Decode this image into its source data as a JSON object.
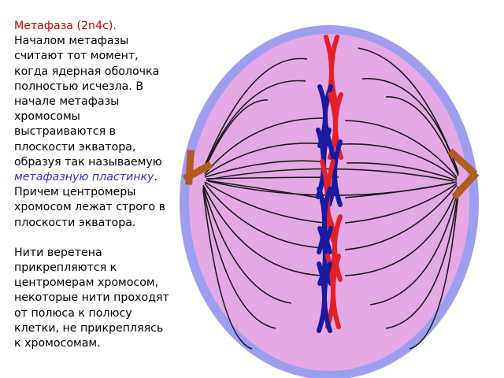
{
  "text": {
    "title": "Метафаза (2n4c).",
    "para1_before": "Началом метафазы считают тот момент, когда ядерная оболочка полностью исчезла. В начале метафазы хромосомы выстраиваются в плоскости экватора, образуя так называемую ",
    "para1_term": "метафазную пластинку",
    "para1_after": ". Причем центромеры хромосом лежат строго в плоскости экватора.",
    "para2": "Нити веретена прикрепляются к центромерам хромосом, некоторые нити проходят от полюса к полюсу клетки, не прикрепляясь к хромосомам."
  },
  "colors": {
    "title": "#c00000",
    "term": "#3333cc",
    "cell_border": "#9e9ef0",
    "cytoplasm": "#e4a8e4",
    "spindle": "#1a1a1a",
    "chromosome_red": "#e3202a",
    "chromosome_blue": "#1a1a9e",
    "centriole": "#b35a1f"
  }
}
